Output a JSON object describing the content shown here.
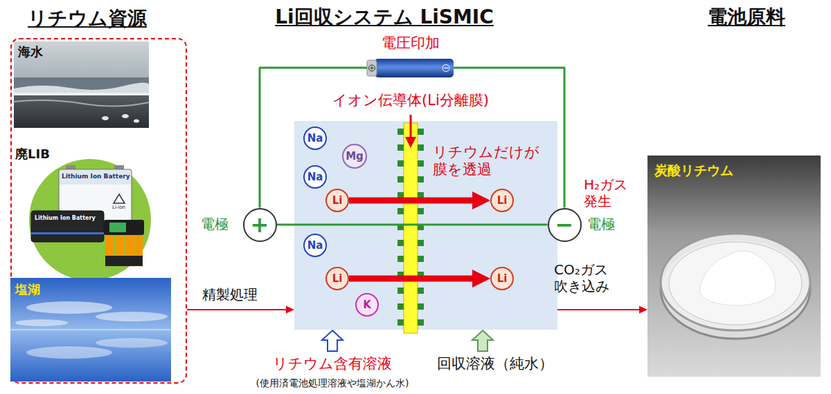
{
  "diagram": {
    "nodes": [
      {
        "text": [
          "リチウム資源"
        ]
      },
      {
        "text": [
          "海水"
        ],
        "in": 0
      },
      {
        "text": [
          "廃LIB"
        ],
        "in": 0
      },
      {
        "text": [
          "塩湖"
        ],
        "in": 0
      },
      {
        "text": [
          "電圧印加"
        ]
      },
      {
        "text": [
          "電極",
          "+"
        ]
      },
      {
        "text": [
          "リチウムだけが 膜を透過"
        ]
      },
      {
        "text": [
          "Na"
        ],
        "in": 6
      },
      {
        "text": [
          "Mg"
        ],
        "in": 6
      },
      {
        "text": [
          "Na"
        ],
        "in": 6
      },
      {
        "text": [
          "Li"
        ],
        "in": 6
      },
      {
        "text": [
          "Li"
        ],
        "in": 6
      },
      {
        "text": [
          "Na"
        ],
        "in": 6
      },
      {
        "text": [
          "Li"
        ],
        "in": 6
      },
      {
        "text": [
          "Li"
        ],
        "in": 6
      },
      {
        "text": [
          "K"
        ],
        "in": 6
      },
      {
        "text": [
          "−",
          "電極"
        ]
      },
      {
        "text": [
          "炭酸リチウム"
        ]
      }
    ],
    "edges": [
      {
        "from": 0,
        "to": 6,
        "arrow": "to",
        "label": "精製処理"
      },
      {
        "from": 4,
        "to": 5,
        "arrow": "none"
      },
      {
        "from": 4,
        "to": 16,
        "arrow": "none"
      },
      {
        "from": 5,
        "to": 16,
        "arrow": "none"
      },
      {
        "from": 10,
        "to": 11,
        "arrow": "to"
      },
      {
        "from": 13,
        "to": 14,
        "arrow": "to"
      },
      {
        "from": 6,
        "to": 17,
        "arrow": "to",
        "label": "CO₂ガス 吹き込み"
      }
    ],
    "labels": [
      "Li回収システム LiSMIC",
      "電池原料",
      "イオン伝導体(Li分離膜)",
      "H₂ガス 発生",
      "リチウム含有溶液",
      "(使用済電池処理溶液や塩湖かん水)",
      "回収溶液（純水）",
      "Lithium Ion Battery",
      "Lithium Ion Battery",
      "Li-ion"
    ]
  }
}
